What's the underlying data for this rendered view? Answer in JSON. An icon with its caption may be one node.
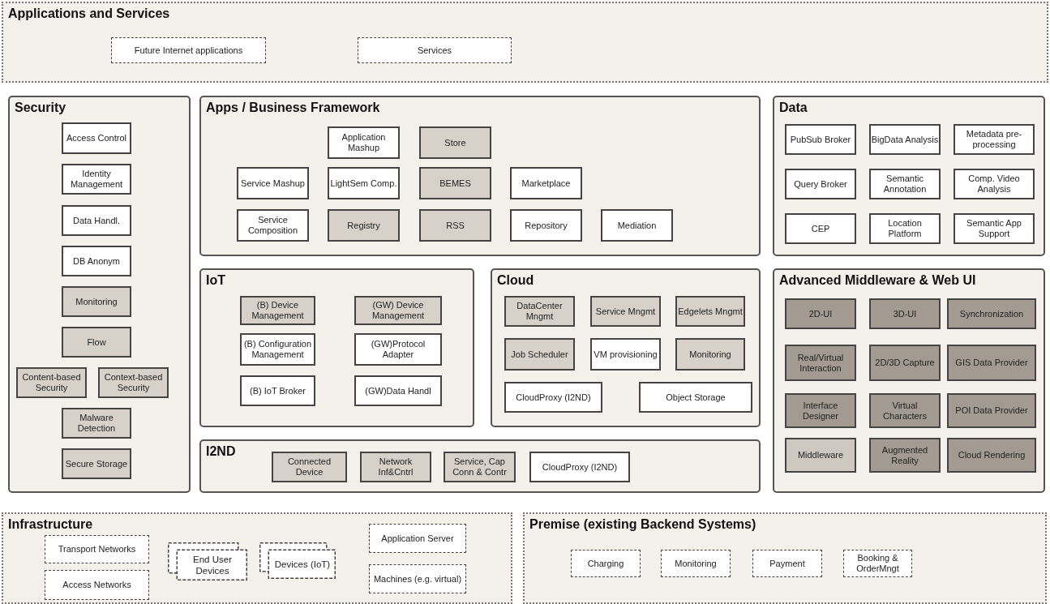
{
  "diagram": {
    "nodes": [
      {
        "text": [
          "Applications and Services"
        ]
      },
      {
        "text": [
          "Future Internet applications"
        ],
        "in": 0
      },
      {
        "text": [
          "Services"
        ],
        "in": 0
      },
      {
        "text": [
          "Security"
        ]
      },
      {
        "text": [
          "Access Control"
        ],
        "in": 3
      },
      {
        "text": [
          "Identity Management"
        ],
        "in": 3
      },
      {
        "text": [
          "Data Handl."
        ],
        "in": 3
      },
      {
        "text": [
          "DB Anonym"
        ],
        "in": 3
      },
      {
        "text": [
          "Monitoring"
        ],
        "in": 3
      },
      {
        "text": [
          "Flow"
        ],
        "in": 3
      },
      {
        "text": [
          "Content-based Security"
        ],
        "in": 3
      },
      {
        "text": [
          "Context-based Security"
        ],
        "in": 3
      },
      {
        "text": [
          "Malware Detection"
        ],
        "in": 3
      },
      {
        "text": [
          "Secure Storage"
        ],
        "in": 3
      },
      {
        "text": [
          "Apps / Business Framework"
        ]
      },
      {
        "text": [
          "Application Mashup"
        ],
        "in": 14
      },
      {
        "text": [
          "Store"
        ],
        "in": 14
      },
      {
        "text": [
          "Service Mashup"
        ],
        "in": 14
      },
      {
        "text": [
          "LightSem Comp."
        ],
        "in": 14
      },
      {
        "text": [
          "BEMES"
        ],
        "in": 14
      },
      {
        "text": [
          "Marketplace"
        ],
        "in": 14
      },
      {
        "text": [
          "Service Composition"
        ],
        "in": 14
      },
      {
        "text": [
          "Registry"
        ],
        "in": 14
      },
      {
        "text": [
          "RSS"
        ],
        "in": 14
      },
      {
        "text": [
          "Repository"
        ],
        "in": 14
      },
      {
        "text": [
          "Mediation"
        ],
        "in": 14
      },
      {
        "text": [
          "IoT"
        ]
      },
      {
        "text": [
          "(B) Device Management"
        ],
        "in": 26
      },
      {
        "text": [
          "(GW) Device Management"
        ],
        "in": 26
      },
      {
        "text": [
          "(B) Configuration Management"
        ],
        "in": 26
      },
      {
        "text": [
          "(GW)Protocol Adapter"
        ],
        "in": 26
      },
      {
        "text": [
          "(B) IoT Broker"
        ],
        "in": 26
      },
      {
        "text": [
          "(GW)Data Handl"
        ],
        "in": 26
      },
      {
        "text": [
          "Cloud"
        ]
      },
      {
        "text": [
          "DataCenter Mngmt"
        ],
        "in": 33
      },
      {
        "text": [
          "Service Mngmt"
        ],
        "in": 33
      },
      {
        "text": [
          "Edgelets Mngmt"
        ],
        "in": 33
      },
      {
        "text": [
          "Job Scheduler"
        ],
        "in": 33
      },
      {
        "text": [
          "VM provisioning"
        ],
        "in": 33
      },
      {
        "text": [
          "Monitoring"
        ],
        "in": 33
      },
      {
        "text": [
          "CloudProxy (I2ND)"
        ],
        "in": 33
      },
      {
        "text": [
          "Object Storage"
        ],
        "in": 33
      },
      {
        "text": [
          "I2ND"
        ]
      },
      {
        "text": [
          "Connected Device"
        ],
        "in": 42
      },
      {
        "text": [
          "Network Inf&Cntrl"
        ],
        "in": 42
      },
      {
        "text": [
          "Service, Cap Conn & Contr"
        ],
        "in": 42
      },
      {
        "text": [
          "CloudProxy (I2ND)"
        ],
        "in": 42
      },
      {
        "text": [
          "Data"
        ]
      },
      {
        "text": [
          "PubSub Broker"
        ],
        "in": 47
      },
      {
        "text": [
          "BigData Analysis"
        ],
        "in": 47
      },
      {
        "text": [
          "Metadata pre-processing"
        ],
        "in": 47
      },
      {
        "text": [
          "Query Broker"
        ],
        "in": 47
      },
      {
        "text": [
          "Semantic Annotation"
        ],
        "in": 47
      },
      {
        "text": [
          "Comp. Video Analysis"
        ],
        "in": 47
      },
      {
        "text": [
          "CEP"
        ],
        "in": 47
      },
      {
        "text": [
          "Location Platform"
        ],
        "in": 47
      },
      {
        "text": [
          "Semantic App Support"
        ],
        "in": 47
      },
      {
        "text": [
          "Advanced Middleware & Web UI"
        ]
      },
      {
        "text": [
          "2D-UI"
        ],
        "in": 57
      },
      {
        "text": [
          "3D-UI"
        ],
        "in": 57
      },
      {
        "text": [
          "Synchronization"
        ],
        "in": 57
      },
      {
        "text": [
          "Real/Virtual Interaction"
        ],
        "in": 57
      },
      {
        "text": [
          "2D/3D Capture"
        ],
        "in": 57
      },
      {
        "text": [
          "GIS Data Provider"
        ],
        "in": 57
      },
      {
        "text": [
          "Interface Designer"
        ],
        "in": 57
      },
      {
        "text": [
          "Virtual Characters"
        ],
        "in": 57
      },
      {
        "text": [
          "POI Data Provider"
        ],
        "in": 57
      },
      {
        "text": [
          "Middleware"
        ],
        "in": 57
      },
      {
        "text": [
          "Augmented Reality"
        ],
        "in": 57
      },
      {
        "text": [
          "Cloud Rendering"
        ],
        "in": 57
      },
      {
        "text": [
          "Infrastructure"
        ]
      },
      {
        "text": [
          "Transport Networks"
        ],
        "in": 70
      },
      {
        "text": [
          "Access Networks"
        ],
        "in": 70
      },
      {
        "text": [
          "End User Devices"
        ],
        "in": 70
      },
      {
        "text": [
          "Devices (IoT)"
        ],
        "in": 70
      },
      {
        "text": [
          "Application Server"
        ],
        "in": 70
      },
      {
        "text": [
          "Machines (e.g. virtual)"
        ],
        "in": 70
      },
      {
        "text": [
          "Premise (existing Backend Systems)"
        ]
      },
      {
        "text": [
          "Charging"
        ],
        "in": 77
      },
      {
        "text": [
          "Monitoring"
        ],
        "in": 77
      },
      {
        "text": [
          "Payment"
        ],
        "in": 77
      },
      {
        "text": [
          "Booking & OrderMngt"
        ],
        "in": 77
      }
    ]
  }
}
